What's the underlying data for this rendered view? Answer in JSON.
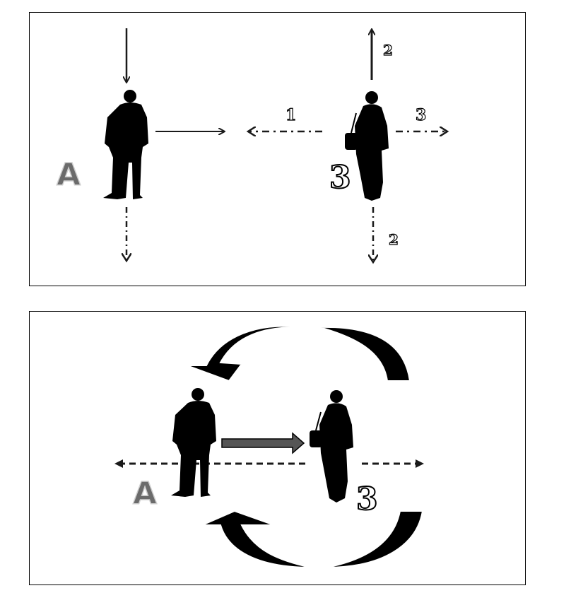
{
  "top_panel": {
    "person_a_label": "A",
    "person_b_label": "3",
    "arrow_1_label": "1",
    "arrow_2_up_label": "2",
    "arrow_2_down_label": "2",
    "arrow_3_label": "3"
  },
  "bottom_panel": {
    "person_a_label": "A",
    "person_b_label": "3"
  },
  "colors": {
    "silhouette": "#000000",
    "arrow": "#1a1a1a",
    "label_fill": "#6b6b6b",
    "label_shadow": "#cfcfcf",
    "center_arrow": "#555555"
  }
}
